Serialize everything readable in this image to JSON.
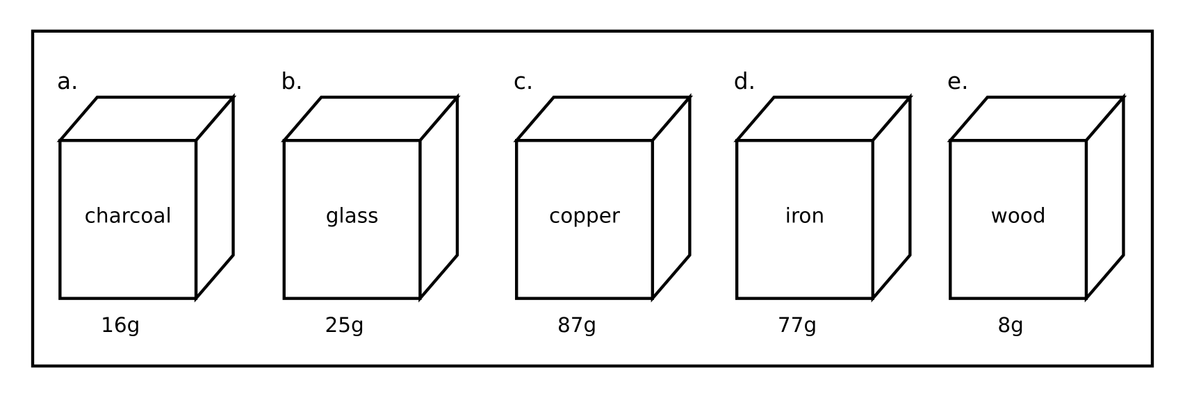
{
  "items": [
    {
      "letter": "a.",
      "material": "charcoal",
      "mass": "16g"
    },
    {
      "letter": "b.",
      "material": "glass",
      "mass": "25g"
    },
    {
      "letter": "c.",
      "material": "copper",
      "mass": "87g"
    },
    {
      "letter": "d.",
      "material": "iron",
      "mass": "77g"
    },
    {
      "letter": "e.",
      "material": "wood",
      "mass": "8g"
    }
  ],
  "colors": {
    "stroke": "#000000",
    "background": "#ffffff"
  }
}
